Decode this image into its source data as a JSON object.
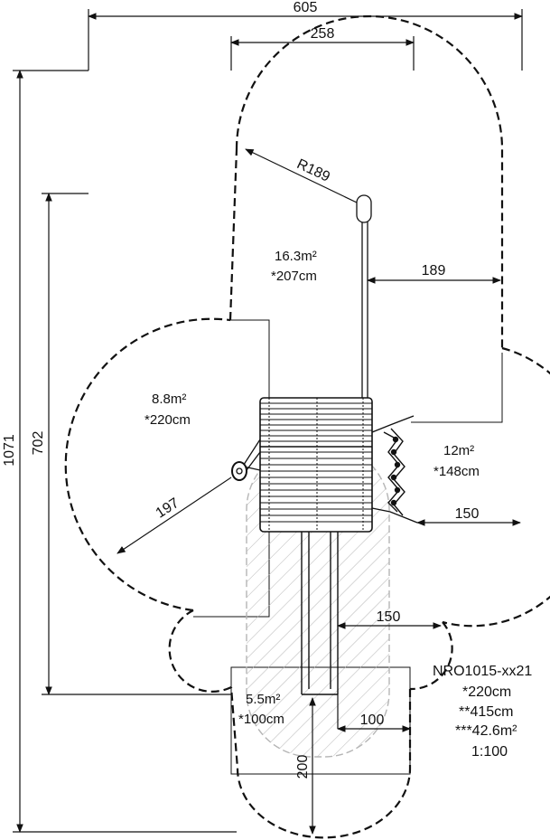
{
  "dimensions": {
    "overall_width": "605",
    "structure_width": "258",
    "overall_height": "1071",
    "zone_height": "702",
    "radius_top": "R189",
    "dim_right_top": "189",
    "dim_left_radius": "197",
    "dim_right_mid": "150",
    "dim_slide_side": "150",
    "dim_slide_end_width": "100",
    "dim_slide_end_length": "200"
  },
  "zones": [
    {
      "id": "top",
      "area": "16.3m²",
      "height": "*207cm"
    },
    {
      "id": "left",
      "area": "8.8m²",
      "height": "*220cm"
    },
    {
      "id": "right",
      "area": "12m²",
      "height": "*148cm"
    },
    {
      "id": "bottom",
      "area": "5.5m²",
      "height": "*100cm"
    }
  ],
  "product": {
    "code": "NRO1015-xx21",
    "line1": "*220cm",
    "line2": "**415cm",
    "line3": "***42.6m²",
    "scale": "1:100"
  },
  "colors": {
    "line": "#111111",
    "hatch": "#b5b5b5"
  }
}
